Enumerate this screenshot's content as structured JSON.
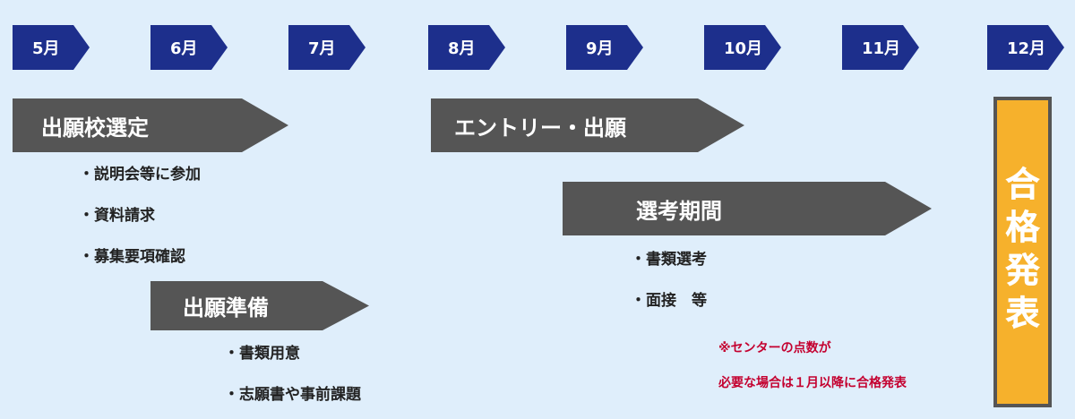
{
  "months": [
    "5月",
    "6月",
    "7月",
    "8月",
    "9月",
    "10月",
    "11月",
    "12月"
  ],
  "stages": {
    "school_selection": {
      "title": "出願校選定",
      "items": [
        "・説明会等に参加",
        "・資料請求",
        "・募集要項確認"
      ]
    },
    "preparation": {
      "title": "出願準備",
      "items": [
        "・書類用意",
        "・志願書や事前課題"
      ]
    },
    "entry": {
      "title": "エントリー・出願"
    },
    "selection": {
      "title": "選考期間",
      "items": [
        "・書類選考",
        "・面接　等"
      ]
    }
  },
  "note": {
    "line1": "※センターの点数が",
    "line2": "必要な場合は１月以降に合格発表"
  },
  "result": {
    "chars": [
      "合",
      "格",
      "発",
      "表"
    ]
  },
  "colors": {
    "background": "#dfeefb",
    "month_arrow": "#1d2f8c",
    "stage_bar": "#555555",
    "result_box": "#f6b12c",
    "note_text": "#c4002f"
  }
}
